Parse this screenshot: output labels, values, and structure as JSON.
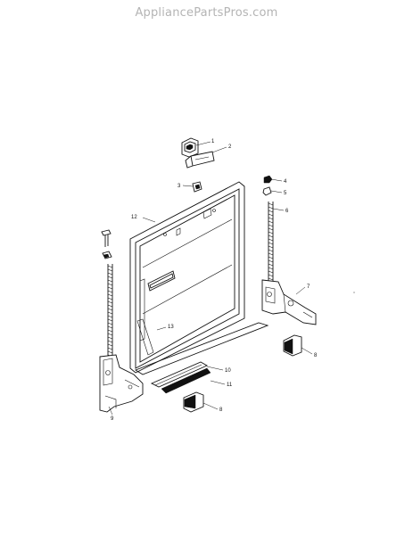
{
  "watermark": "AppliancePartsPros.com",
  "callouts": [
    "1",
    "2",
    "3",
    "4",
    "5",
    "6",
    "7",
    "8",
    "9",
    "10",
    "11",
    "8",
    "12",
    "13"
  ]
}
